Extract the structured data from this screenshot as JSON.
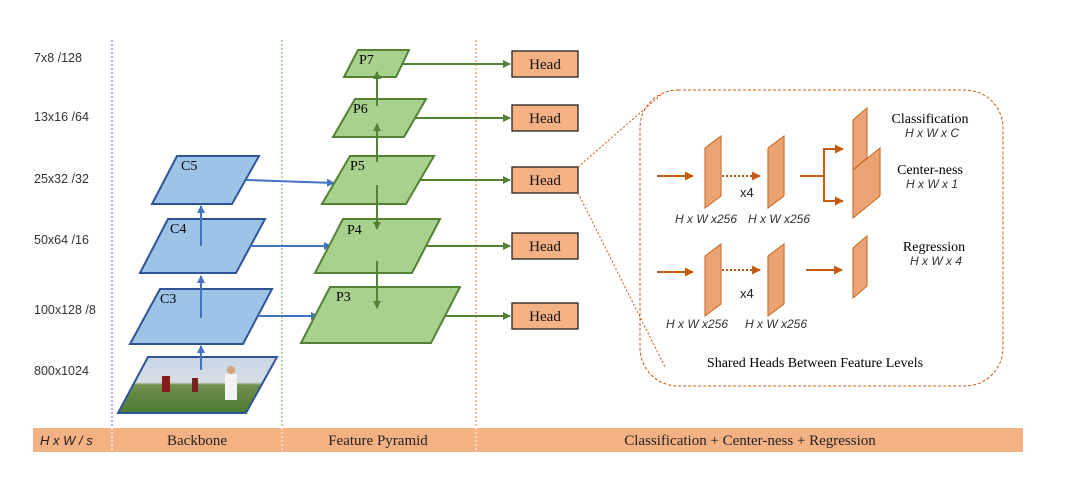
{
  "levels": {
    "l7": "7x8  /128",
    "l6": "13x16  /64",
    "l5": "25x32  /32",
    "l4": "50x64  /16",
    "l3": "100x128  /8",
    "input": "800x1024"
  },
  "backbone": {
    "c3": "C3",
    "c4": "C4",
    "c5": "C5"
  },
  "pyramid": {
    "p3": "P3",
    "p4": "P4",
    "p5": "P5",
    "p6": "P6",
    "p7": "P7"
  },
  "heads": {
    "head_label": "Head"
  },
  "shared": {
    "classification": "Classification",
    "classification_dim": "H x W x C",
    "centerness": "Center-ness",
    "centerness_dim": "H x W x 1",
    "regression": "Regression",
    "regression_dim": "H x W x 4",
    "dim256": "H x W x256",
    "repeat": "x4",
    "caption": "Shared Heads Between Feature Levels"
  },
  "bar": {
    "hws": "H x W  / s",
    "backbone": "Backbone",
    "pyramid": "Feature Pyramid",
    "heads": "Classification + Center-ness + Regression"
  },
  "colors": {
    "blue_fill": "#9dc3e6",
    "blue_stroke": "#2f5597",
    "green_fill": "#a9d18e",
    "green_stroke": "#548235",
    "orange_fill": "#f4b183",
    "orange_arrow": "#c55a11",
    "bar_fill": "#f4b183"
  }
}
